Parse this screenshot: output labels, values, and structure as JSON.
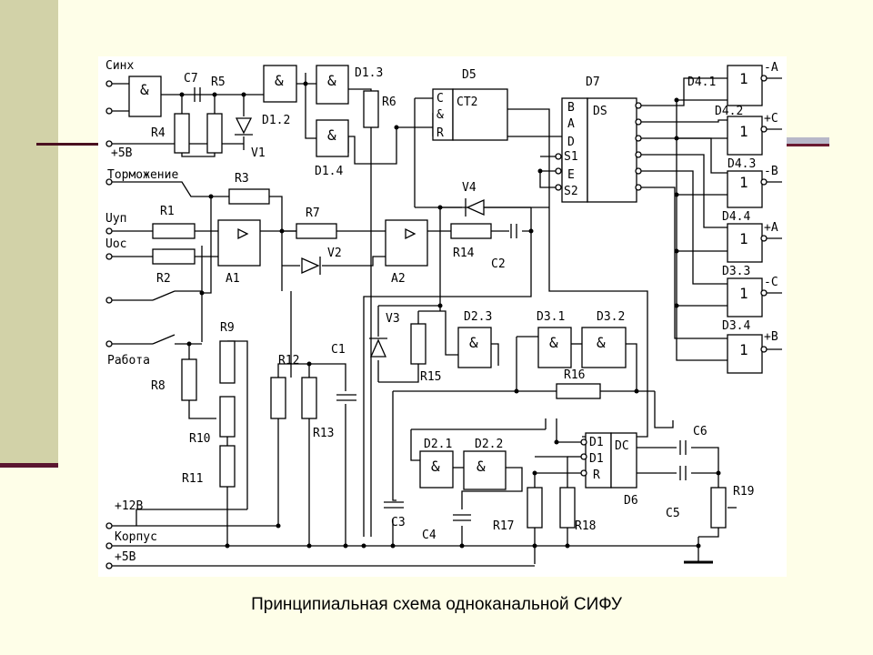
{
  "caption": "Принципиальная схема одноканальной СИФУ",
  "labels": {
    "sinh": "Синх",
    "p5v_top": "+5В",
    "tormozhenie": "Торможение",
    "u_up": "Uуп",
    "u_os": "Uос",
    "rabota": "Работа",
    "p12v": "+12В",
    "korpus": "Корпус",
    "p5v_bot": "+5В",
    "c7": "C7",
    "r5": "R5",
    "r4": "R4",
    "v1": "V1",
    "d12": "D1.2",
    "d13": "D1.3",
    "d14": "D1.4",
    "r6": "R6",
    "d5": "D5",
    "ct2": "CT2",
    "d7": "D7",
    "ds": "DS",
    "r3": "R3",
    "r1": "R1",
    "r7": "R7",
    "v2": "V2",
    "v4": "V4",
    "a1": "A1",
    "a2": "A2",
    "r14": "R14",
    "c2": "C2",
    "r2": "R2",
    "r9": "R9",
    "r8": "R8",
    "r10": "R10",
    "r11": "R11",
    "r12": "R12",
    "r13": "R13",
    "c1": "C1",
    "v3": "V3",
    "r15": "R15",
    "d23": "D2.3",
    "d31": "D3.1",
    "d32": "D3.2",
    "r16": "R16",
    "d21": "D2.1",
    "d22": "D2.2",
    "c3": "C3",
    "c4": "C4",
    "dc": "DC",
    "d6": "D6",
    "c6": "C6",
    "c5": "C5",
    "r17": "R17",
    "r18": "R18",
    "r19": "R19",
    "d41": "D4.1",
    "d42": "D4.2",
    "d43": "D4.3",
    "d44": "D4.4",
    "d33": "D3.3",
    "d34": "D3.4",
    "out_ma": "-A",
    "out_pc": "+C",
    "out_mb": "-B",
    "out_pa": "+A",
    "out_mc": "-C",
    "out_pb": "+B",
    "amp": "&",
    "one": "1",
    "pin_c": "C",
    "pin_r": "R",
    "pin_b": "B",
    "pin_a": "A",
    "pin_d": "D",
    "pin_s1": "S1",
    "pin_e": "E",
    "pin_s2": "S2",
    "pin_d1": "D1"
  }
}
